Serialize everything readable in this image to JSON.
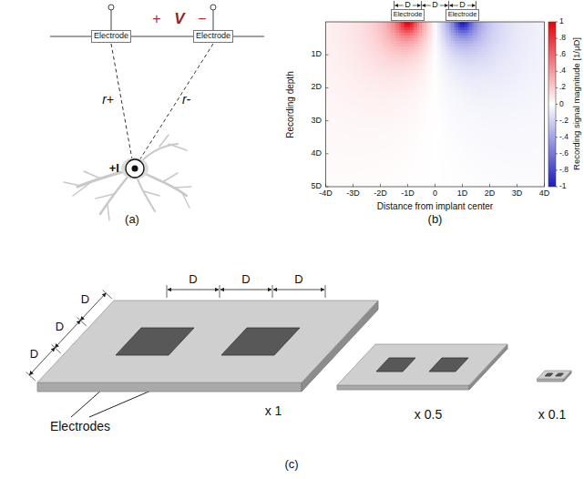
{
  "diagram": {
    "nodes": [
      {
        "text": [
          "Electrode"
        ]
      },
      {
        "text": [
          "Electrode"
        ]
      },
      {
        "text": [
          "Electrode"
        ]
      },
      {
        "text": [
          "Electrode"
        ]
      }
    ],
    "labels": [
      "+",
      "V",
      "−",
      "r+",
      "r-",
      "+I",
      "(a)",
      "D",
      "D",
      "D",
      "1D",
      "2D",
      "3D",
      "4D",
      "5D",
      "Recording depth",
      "-4D",
      "-3D",
      "-2D",
      "-1D",
      "0",
      "1D",
      "2D",
      "3D",
      "4D",
      "Distance from implant center",
      "1",
      ".8",
      ".6",
      ".4",
      ".2",
      "0",
      "-.2",
      "-.4",
      "-.6",
      "-.8",
      "-1",
      "Recording signal magnitude [1/μD]",
      "(b)",
      "D",
      "D",
      "D",
      "D",
      "D",
      "D",
      "Electrodes",
      "x 1",
      "x 0.5",
      "x 0.1",
      "(c)"
    ]
  }
}
